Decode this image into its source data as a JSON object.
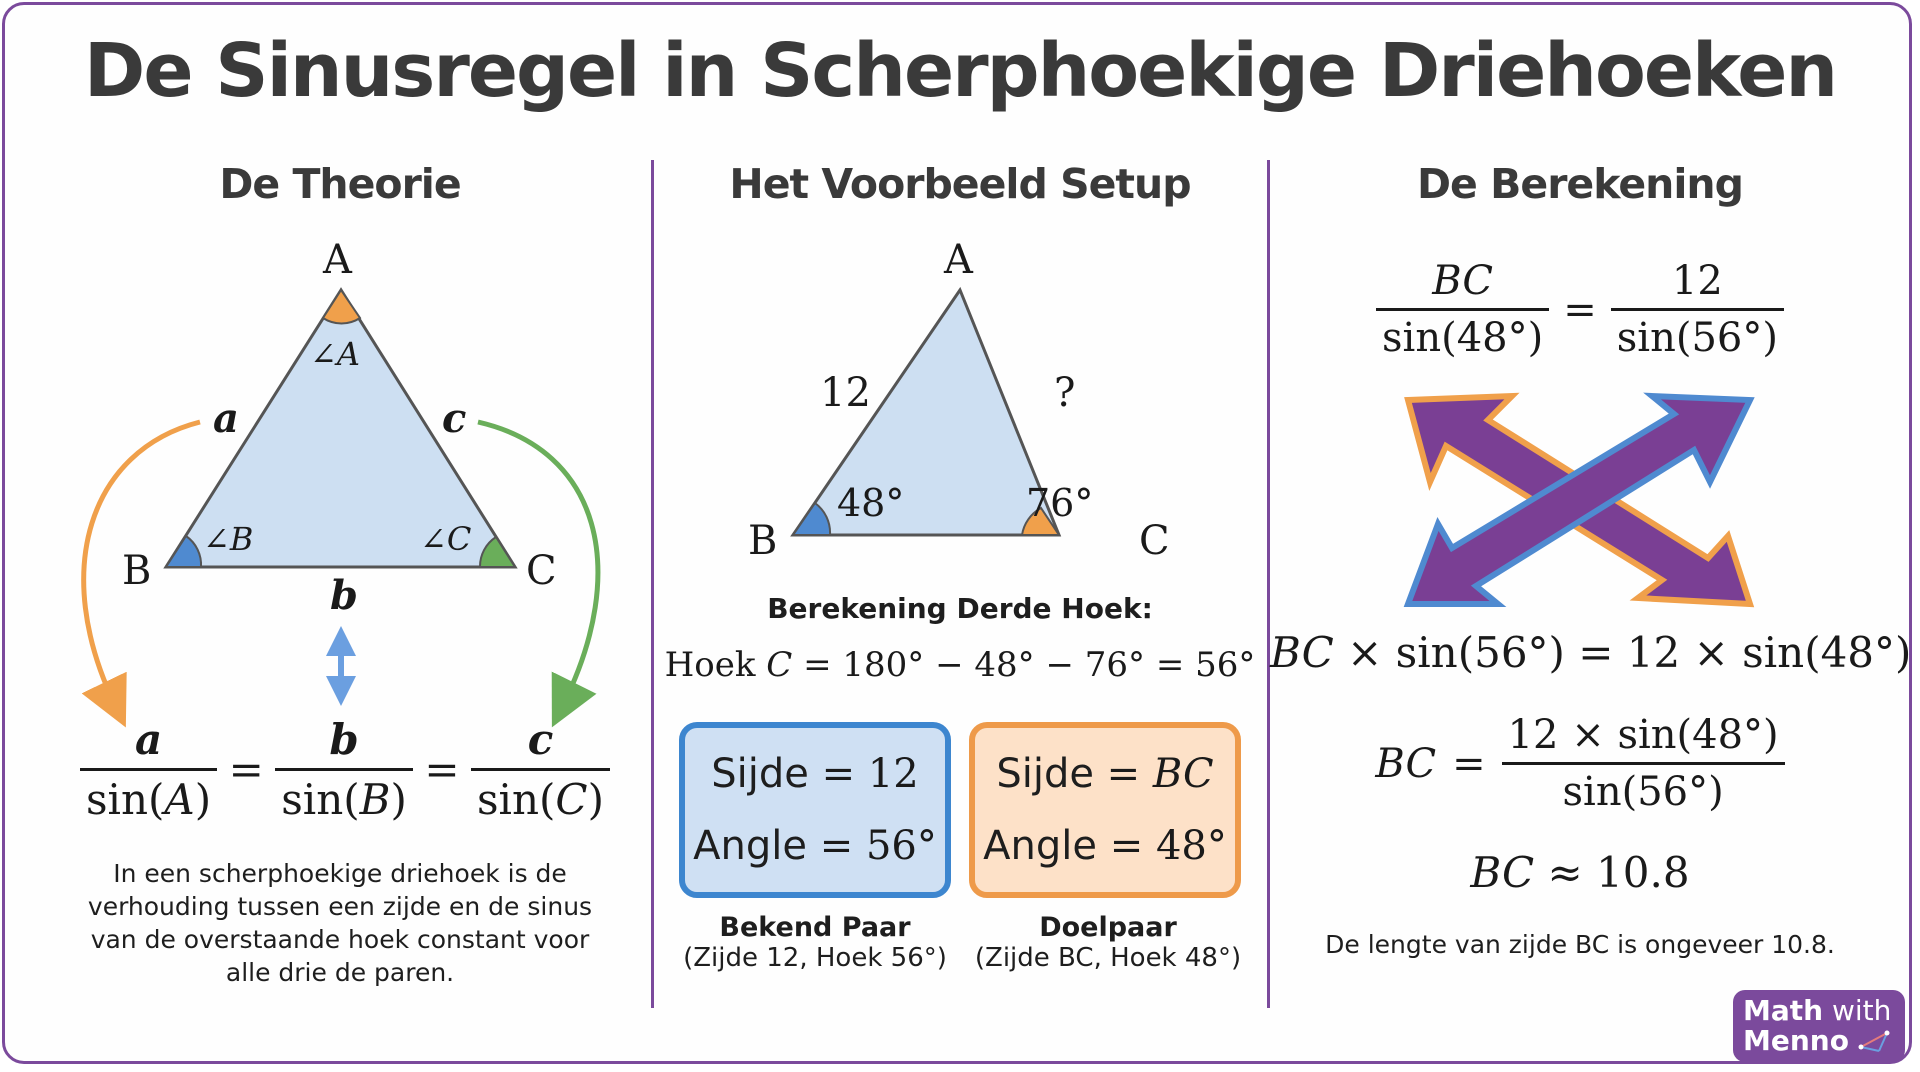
{
  "title": "De Sinusregel in Scherphoekige Driehoeken",
  "columns": {
    "theory": {
      "heading": "De Theorie",
      "vertices": {
        "A": "A",
        "B": "B",
        "C": "C"
      },
      "angles": {
        "A": "∠A",
        "B": "∠B",
        "C": "∠C"
      },
      "sides": {
        "a": "a",
        "b": "b",
        "c": "c"
      },
      "formula": {
        "f1": {
          "num": "a",
          "den_fn": "sin(",
          "den_var": "A",
          "den_close": ")"
        },
        "f2": {
          "num": "b",
          "den_fn": "sin(",
          "den_var": "B",
          "den_close": ")"
        },
        "f3": {
          "num": "c",
          "den_fn": "sin(",
          "den_var": "C",
          "den_close": ")"
        },
        "eq": "="
      },
      "description": [
        "In een scherphoekige driehoek is de",
        "verhouding tussen een zijde en de sinus",
        "van de overstaande hoek constant voor",
        "alle drie de paren."
      ],
      "colors": {
        "angle_A": "#f0a04b",
        "angle_B": "#4f8ad0",
        "angle_C": "#6aae5a",
        "arrow_a": "#f0a04b",
        "arrow_b": "#6b9fe0",
        "arrow_c": "#6aae5a",
        "triangle_fill": "#cddff2"
      }
    },
    "example": {
      "heading": "Het Voorbeeld Setup",
      "vertices": {
        "A": "A",
        "B": "B",
        "C": "C"
      },
      "side_AB": "12",
      "side_AC": "?",
      "angle_B": "48°",
      "angle_C": "76°",
      "calc_heading": "Berekening Derde Hoek:",
      "calc_prefix": "Hoek ",
      "calc_var": "C",
      "calc_rest": " = 180° − 48° − 76° = 56°",
      "known_box": {
        "line1_label": "Sijde",
        "line1_value": "12",
        "line2_label": "Angle",
        "line2_value": "56°",
        "caption_title": "Bekend Paar",
        "caption_sub": "(Zijde 12, Hoek 56°)"
      },
      "target_box": {
        "line1_label": "Sijde",
        "line1_value": "BC",
        "line2_label": "Angle",
        "line2_value": "48°",
        "caption_title": "Doelpaar",
        "caption_sub": "(Zijde BC, Hoek 48°)"
      },
      "eq": "="
    },
    "calculation": {
      "heading": "De Berekening",
      "step1": {
        "left_num": "BC",
        "left_den": "sin(48°)",
        "eq": "=",
        "right_num": "12",
        "right_den": "sin(56°)"
      },
      "step2": {
        "lhs_var": "BC",
        "lhs_rest": " × sin(56°) = 12 × sin(48°)"
      },
      "step3": {
        "lhs": "BC",
        "eq": "=",
        "num": "12 × sin(48°)",
        "den": "sin(56°)"
      },
      "step4": {
        "lhs": "BC",
        "rest": " ≈ 10.8"
      },
      "conclusion": "De lengte van zijde BC is ongeveer 10.8.",
      "colors": {
        "arrow_fill": "#7a3f94",
        "arrow_outline_1": "#f0a04b",
        "arrow_outline_2": "#4f8ad0"
      }
    }
  },
  "logo": {
    "line1_bold": "Math",
    "line1_light": " with",
    "line2": "Menno"
  },
  "accent_color": "#7b4a9c"
}
